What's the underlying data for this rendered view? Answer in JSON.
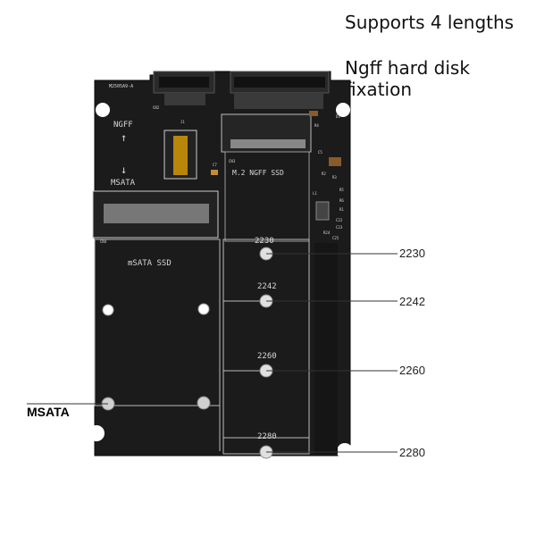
{
  "headline": {
    "line1": "Supports 4 lengths",
    "line2": "Ngff hard disk fixation"
  },
  "board": {
    "model": "M2505A9-A",
    "labels": {
      "ngff_arrow": "NGFF",
      "msata_arrow": "MSATA",
      "m2_title": "M.2  NGFF SSD",
      "msata_title": "mSATA SSD",
      "cn2": "CN2",
      "cn3": "CN3",
      "cn4": "CN4",
      "j1": "J1",
      "c7": "C7",
      "r4": "R4",
      "d3": "D3",
      "l1": "L1",
      "c5": "C5",
      "r3": "R3",
      "r2": "R2",
      "r5": "R5",
      "r6": "R6",
      "r1": "R1",
      "c22": "C22",
      "c23": "C23",
      "r24": "R24",
      "c25": "C25"
    },
    "mount_markings": [
      "2230",
      "2242",
      "2260",
      "2280"
    ]
  },
  "callouts": {
    "c2230": "2230",
    "c2242": "2242",
    "c2260": "2260",
    "c2280": "2280",
    "msata": "MSATA"
  }
}
